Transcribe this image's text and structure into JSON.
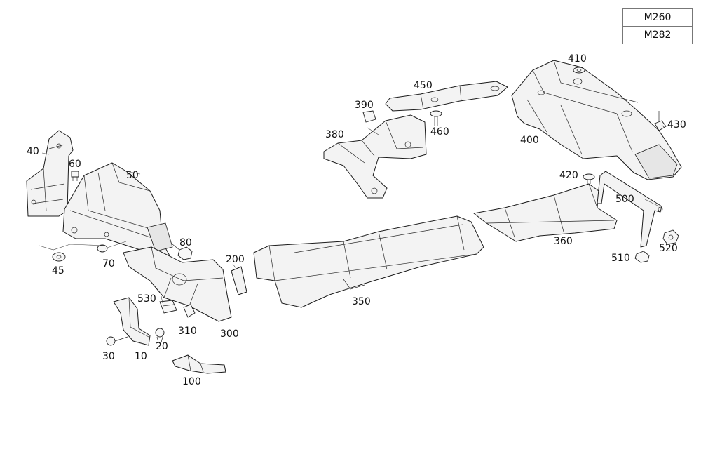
{
  "variants": [
    "M260",
    "M282"
  ],
  "callouts": {
    "c10": "10",
    "c20": "20",
    "c30": "30",
    "c40": "40",
    "c45": "45",
    "c50": "50",
    "c60": "60",
    "c70": "70",
    "c80": "80",
    "c100": "100",
    "c200": "200",
    "c300": "300",
    "c310": "310",
    "c350": "350",
    "c360": "360",
    "c380": "380",
    "c390": "390",
    "c400": "400",
    "c410": "410",
    "c420": "420",
    "c430": "430",
    "c450": "450",
    "c460": "460",
    "c500": "500",
    "c510": "510",
    "c520": "520",
    "c530": "530"
  }
}
